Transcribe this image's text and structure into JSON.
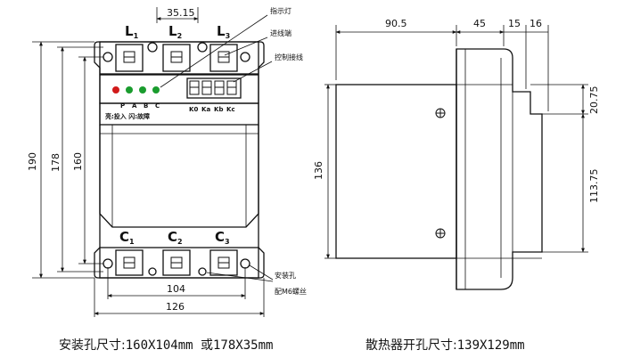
{
  "front_view": {
    "top_dim": "35.15",
    "terminals_top": [
      "L",
      "L",
      "L"
    ],
    "terminals_top_sub": [
      "1",
      "2",
      "3"
    ],
    "terminals_bottom": [
      "C",
      "C",
      "C"
    ],
    "terminals_bottom_sub": [
      "1",
      "2",
      "3"
    ],
    "panel_labels": [
      "P",
      "A",
      "B",
      "C"
    ],
    "legend_text": "亮:投入  闪:故障",
    "control_terminals": [
      "K",
      "K",
      "K",
      "K"
    ],
    "control_terminal_subs": [
      "0",
      "a",
      "b",
      "c"
    ],
    "annotations": {
      "indicator": "指示灯",
      "wiring": "进线端",
      "control": "控制接线",
      "mount_hole": "安装孔",
      "screw": "配M6螺丝"
    },
    "dims": {
      "height_190": "190",
      "height_178": "178",
      "height_160": "160",
      "width_104": "104",
      "width_126": "126"
    },
    "indicator_colors": [
      "#d11a1a",
      "#1a9c2e",
      "#1a9c2e",
      "#1a9c2e"
    ]
  },
  "side_view": {
    "dims": {
      "w_90_5": "90.5",
      "w_45": "45",
      "w_15": "15",
      "w_16": "16",
      "h_136": "136",
      "h_20_75": "20.75",
      "h_113_75": "113.75"
    }
  },
  "captions": {
    "mount_label": "安装孔尺寸:",
    "mount_value": "160X104mm 或178X35mm",
    "heatsink_label": "散热器开孔尺寸:",
    "heatsink_value": "139X129mm"
  }
}
